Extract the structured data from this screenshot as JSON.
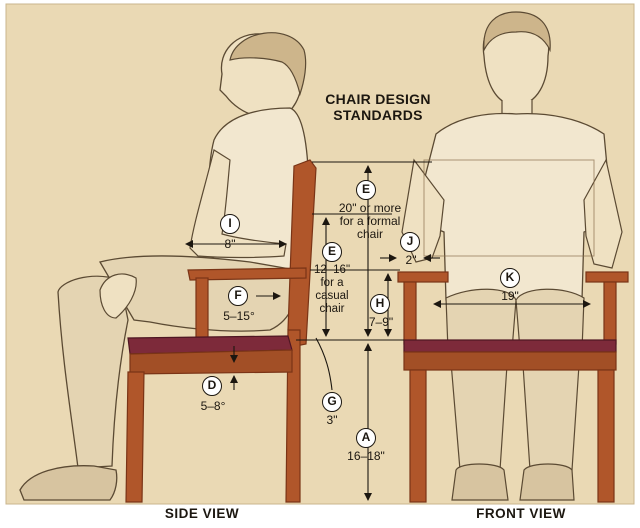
{
  "title_line1": "CHAIR DESIGN",
  "title_line2": "STANDARDS",
  "side_view_label": "SIDE VIEW",
  "front_view_label": "FRONT VIEW",
  "markers": {
    "A": {
      "letter": "A",
      "value": "16–18\""
    },
    "D": {
      "letter": "D",
      "value": "5–8°"
    },
    "E_upper": {
      "letter": "E",
      "lines": [
        "20\" or more",
        "for a formal",
        "chair"
      ]
    },
    "E_lower": {
      "letter": "E",
      "lines": [
        "12–16\"",
        "for a",
        "casual",
        "chair"
      ]
    },
    "F": {
      "letter": "F",
      "value": "5–15°"
    },
    "G": {
      "letter": "G",
      "value": "3\""
    },
    "H": {
      "letter": "H",
      "value": "7–9\""
    },
    "I": {
      "letter": "I",
      "value": "8\""
    },
    "J": {
      "letter": "J",
      "value": "2\""
    },
    "K": {
      "letter": "K",
      "value": "19\""
    }
  },
  "colors": {
    "paper": "#ead9b4",
    "wood": "#b0562a",
    "wood_dark": "#7a3416",
    "seat_cushion": "#7d2a3a",
    "ink": "#1c1710"
  }
}
